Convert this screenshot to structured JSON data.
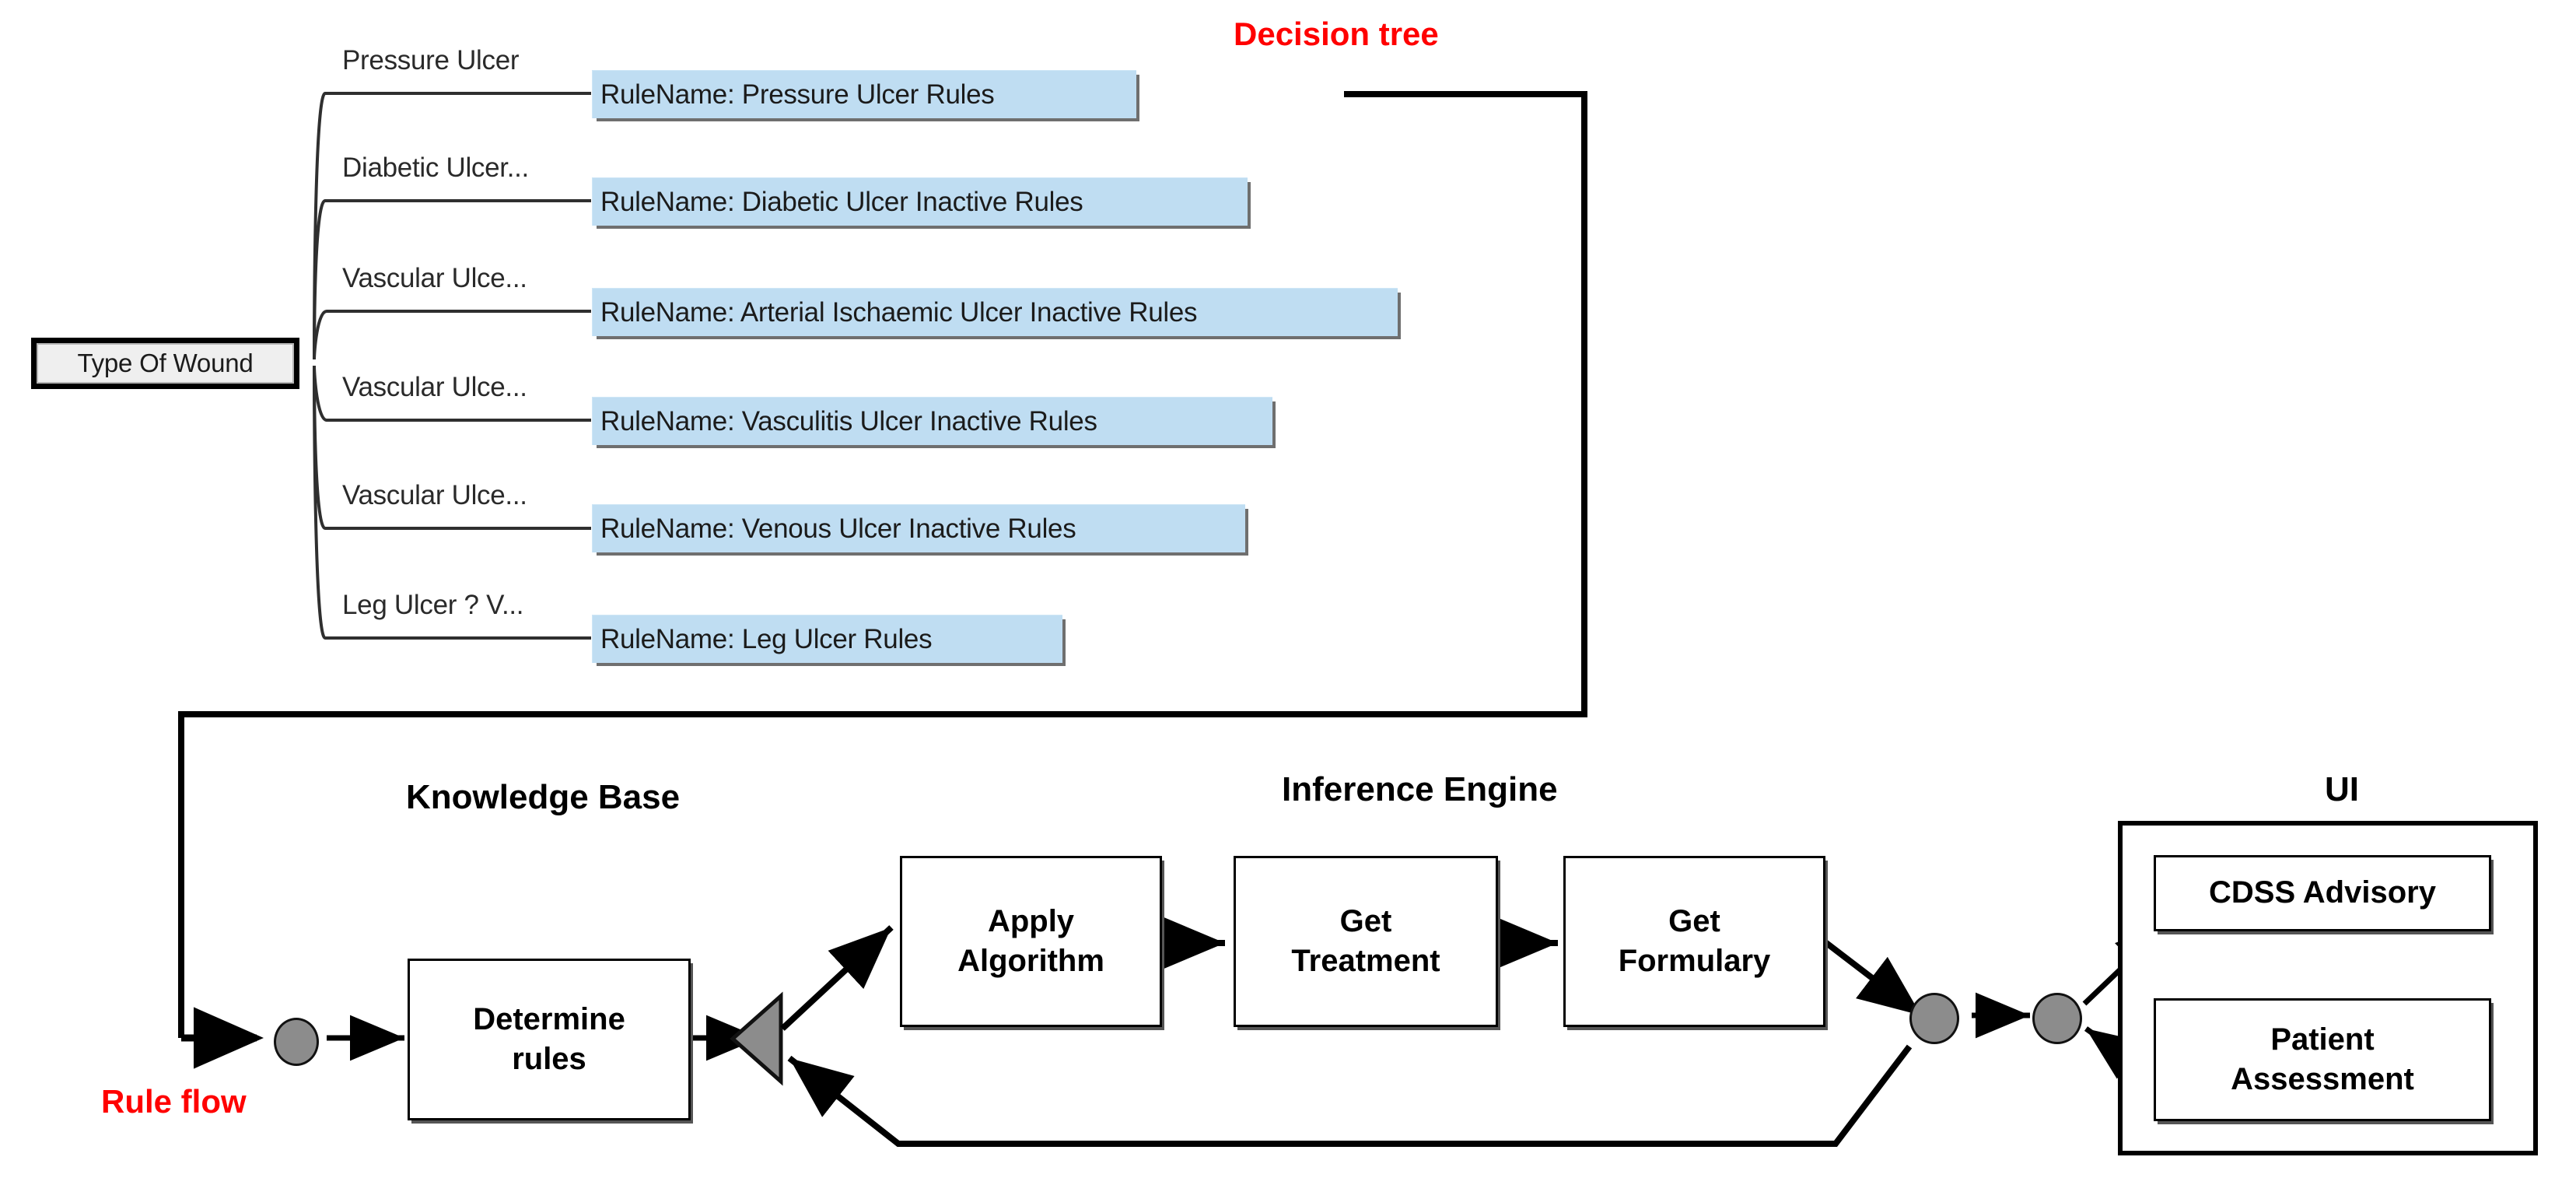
{
  "diagram": {
    "annotations": {
      "decision_tree": "Decision tree",
      "rule_flow": "Rule flow"
    },
    "decision_tree": {
      "root": "Type Of Wound",
      "branches": [
        {
          "label": "Pressure Ulcer",
          "rule": "RuleName: Pressure Ulcer Rules"
        },
        {
          "label": "Diabetic Ulcer...",
          "rule": "RuleName: Diabetic Ulcer Inactive Rules"
        },
        {
          "label": "Vascular Ulce...",
          "rule": "RuleName: Arterial Ischaemic Ulcer Inactive Rules"
        },
        {
          "label": "Vascular Ulce...",
          "rule": "RuleName: Vasculitis Ulcer Inactive Rules"
        },
        {
          "label": "Vascular Ulce...",
          "rule": "RuleName: Venous Ulcer Inactive Rules"
        },
        {
          "label": "Leg Ulcer ? V...",
          "rule": "RuleName: Leg Ulcer Rules"
        }
      ]
    },
    "sections": {
      "knowledge_base": "Knowledge Base",
      "inference_engine": "Inference Engine",
      "ui": "UI"
    },
    "flow": {
      "determine_rules": "Determine\nrules",
      "apply_algorithm": "Apply\nAlgorithm",
      "get_treatment": "Get\nTreatment",
      "get_formulary": "Get\nFormulary"
    },
    "ui_panel": {
      "cdss_advisory": "CDSS Advisory",
      "patient_assessment": "Patient\nAssessment"
    },
    "colors": {
      "rule_box_fill": "#bfddf2",
      "annotation_red": "#ff0000",
      "node_circle": "#8c8c8c",
      "gateway": "#8c8c8c",
      "root_fill": "#efefef"
    }
  }
}
